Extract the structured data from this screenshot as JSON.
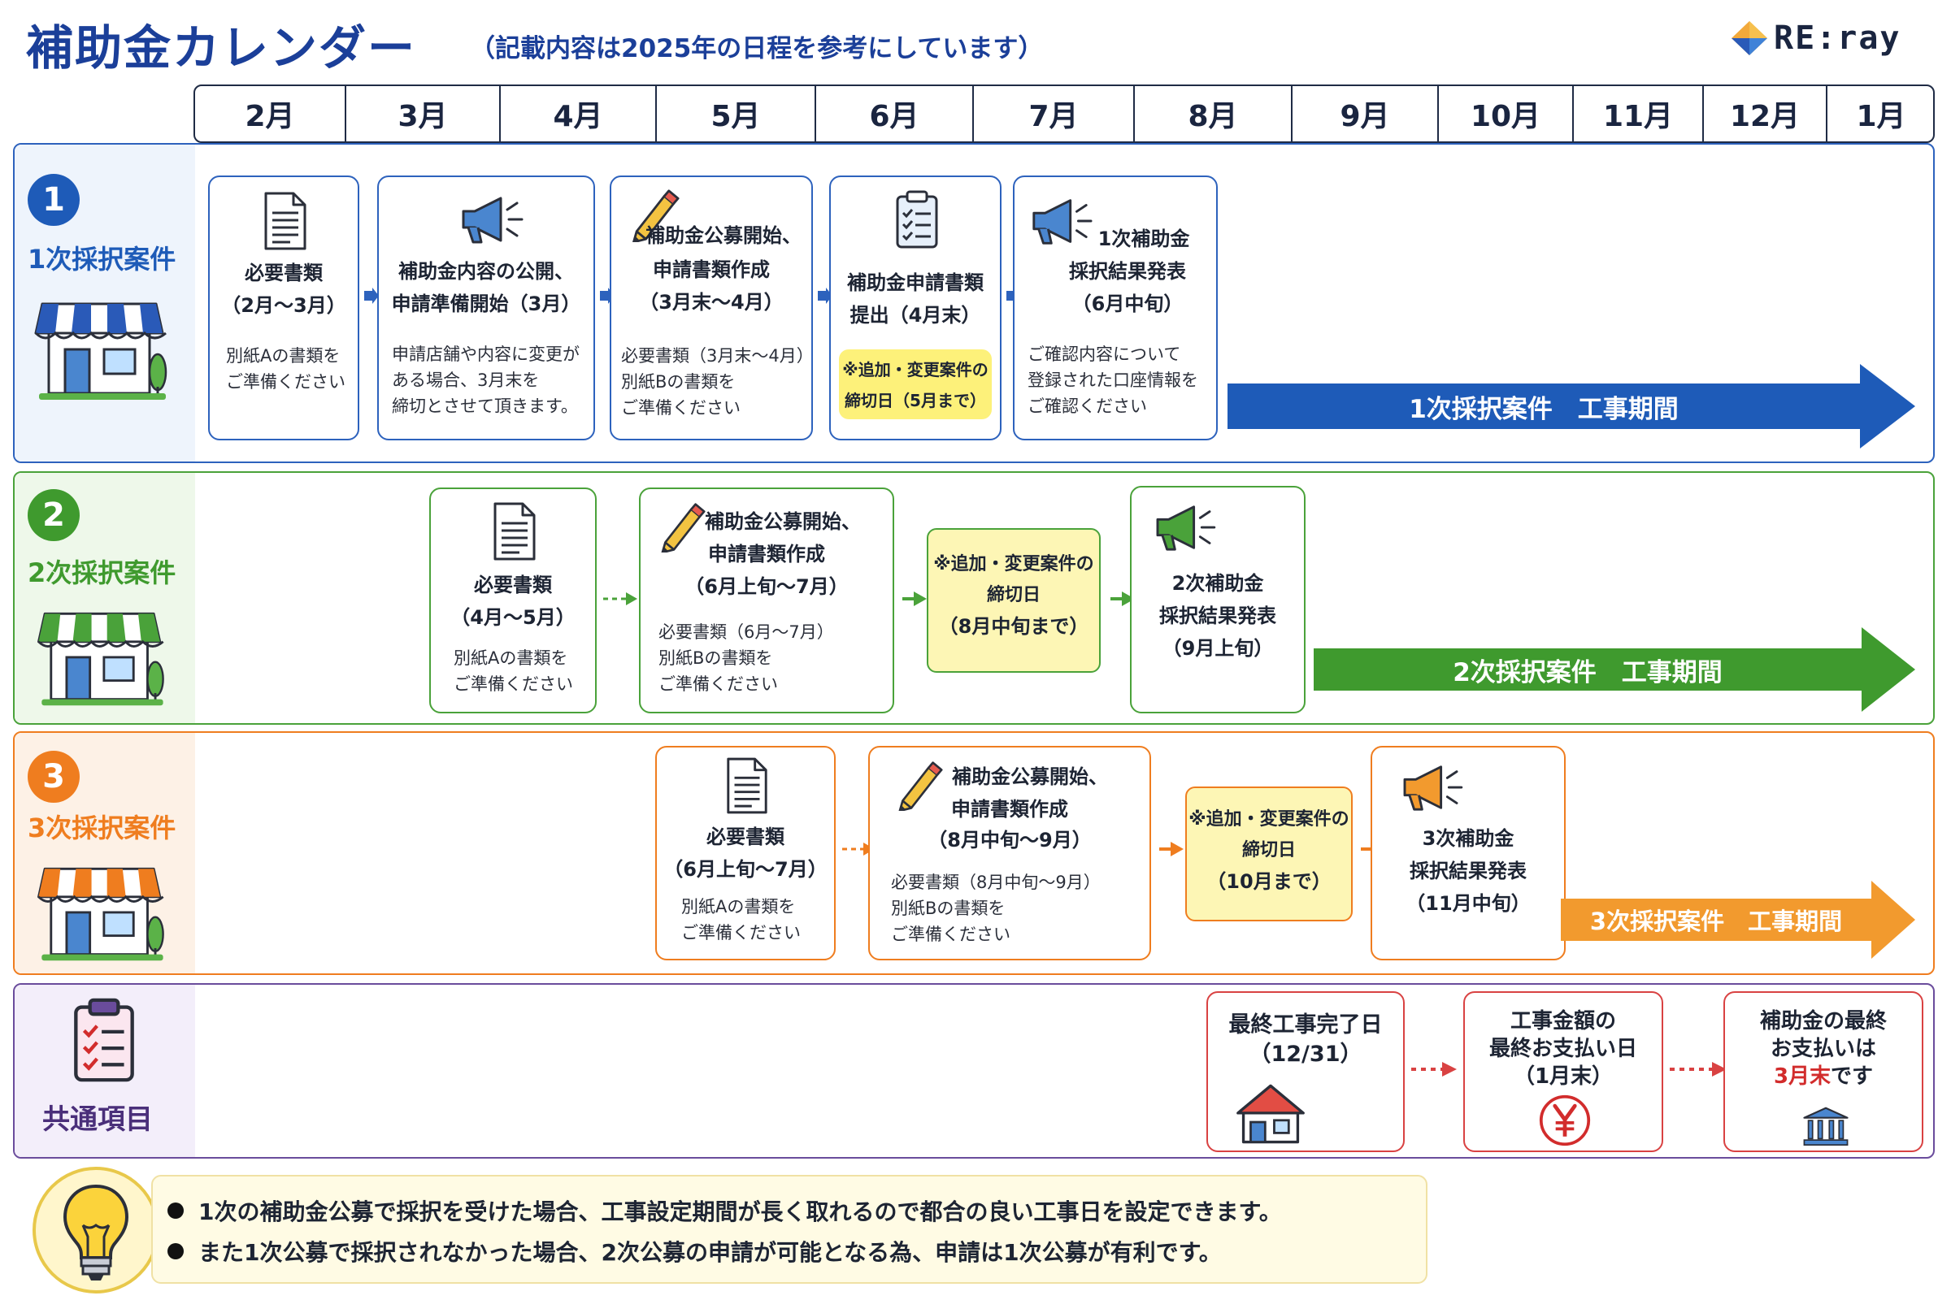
{
  "header": {
    "title": "補助金カレンダー",
    "subtitle": "（記載内容は2025年の日程を参考にしています）",
    "logo_text": "RE:ray"
  },
  "months": [
    "2月",
    "3月",
    "4月",
    "5月",
    "6月",
    "7月",
    "8月",
    "9月",
    "10月",
    "11月",
    "12月",
    "1月"
  ],
  "rows": [
    {
      "number": "1",
      "name": "1次採択案件",
      "color": "#1e5bb8",
      "cards": [
        {
          "title": [
            "必要書類",
            "（2月〜3月）"
          ],
          "note": [
            "別紙Aの書類を",
            "ご準備ください"
          ]
        },
        {
          "title": [
            "補助金内容の公開、",
            "申請準備開始（3月）"
          ],
          "note": [
            "申請店舗や内容に変更が",
            "ある場合、3月末を",
            "締切とさせて頂きます。"
          ]
        },
        {
          "title": [
            "補助金公募開始、",
            "申請書類作成",
            "（3月末〜4月）"
          ],
          "note": [
            "必要書類（3月末〜4月）",
            "別紙Bの書類を",
            "ご準備ください"
          ]
        },
        {
          "title": [
            "補助金申請書類",
            "提出（4月末）"
          ],
          "deadline": [
            "※追加・変更案件の",
            "締切日（5月まで）"
          ]
        },
        {
          "title": [
            "1次補助金",
            "採択結果発表",
            "（6月中旬）"
          ],
          "note": [
            "ご確認内容について",
            "登録された口座情報を",
            "ご確認ください"
          ]
        }
      ],
      "period": "1次採択案件　工事期間"
    },
    {
      "number": "2",
      "name": "2次採択案件",
      "color": "#3f9a2e",
      "cards": [
        {
          "title": [
            "必要書類",
            "（4月〜5月）"
          ],
          "note": [
            "別紙Aの書類を",
            "ご準備ください"
          ]
        },
        {
          "title": [
            "補助金公募開始、",
            "申請書類作成",
            "（6月上旬〜7月）"
          ],
          "note": [
            "必要書類（6月〜7月）",
            "別紙Bの書類を",
            "ご準備ください"
          ]
        },
        {
          "deadline": [
            "※追加・変更案件の",
            "締切日",
            "（8月中旬まで）"
          ]
        },
        {
          "title": [
            "2次補助金",
            "採択結果発表",
            "（9月上旬）"
          ]
        }
      ],
      "period": "2次採択案件　工事期間"
    },
    {
      "number": "3",
      "name": "3次採択案件",
      "color": "#ef7d1f",
      "cards": [
        {
          "title": [
            "必要書類",
            "（6月上旬〜7月）"
          ],
          "note": [
            "別紙Aの書類を",
            "ご準備ください"
          ]
        },
        {
          "title": [
            "補助金公募開始、",
            "申請書類作成",
            "（8月中旬〜9月）"
          ],
          "note": [
            "必要書類（8月中旬〜9月）",
            "別紙Bの書類を",
            "ご準備ください"
          ]
        },
        {
          "deadline": [
            "※追加・変更案件の",
            "締切日",
            "（10月まで）"
          ]
        },
        {
          "title": [
            "3次補助金",
            "採択結果発表",
            "（11月中旬）"
          ]
        }
      ],
      "period": "3次採択案件　工事期間"
    }
  ],
  "common": {
    "name": "共通項目",
    "items": [
      {
        "lines": [
          "最終工事完了日",
          "（12/31）"
        ]
      },
      {
        "lines": [
          "工事金額の",
          "最終お支払い日",
          "（1月末）"
        ]
      },
      {
        "lines": [
          "補助金の最終",
          "お支払いは"
        ],
        "emph": "3月末",
        "tail": "です"
      }
    ]
  },
  "tips": [
    "1次の補助金公募で採択を受けた場合、工事設定期間が長く取れるので都合の良い工事日を設定できます。",
    "また1次公募で採択されなかった場合、2次公募の申請が可能となる為、申請は1次公募が有利です。"
  ],
  "icons": [
    "document-icon",
    "megaphone-icon",
    "pencil-icon",
    "clipboard-icon",
    "shop-icon",
    "house-icon",
    "yen-icon",
    "bank-icon",
    "lightbulb-icon"
  ]
}
